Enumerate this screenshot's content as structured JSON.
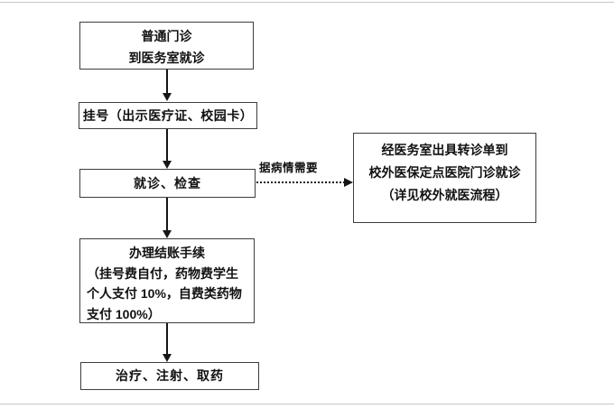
{
  "page": {
    "background": "#ffffff",
    "box_border_color": "#3d3d3d",
    "line_color": "#161616",
    "divider_color": "#c6c6c6"
  },
  "flowchart": {
    "boxes": {
      "outpatient": {
        "line1": "普通门诊",
        "line2": "到医务室就诊"
      },
      "register": {
        "line1": "挂号（出示医疗证、校园卡）"
      },
      "visit": {
        "line1": "就诊、检查"
      },
      "billing": {
        "title": "办理结账手续",
        "line1": "（挂号费自付，药物费学生",
        "line2": "个人支付 10%，自费类药物",
        "line3": "支付 100%）"
      },
      "treatment": {
        "line1": "治疗、注射、取药"
      },
      "referral": {
        "line1": "经医务室出具转诊单到",
        "line2": "校外医保定点医院门诊就诊",
        "line3": "（详见校外就医流程）"
      }
    },
    "connector": {
      "label": "据病情需要"
    }
  }
}
